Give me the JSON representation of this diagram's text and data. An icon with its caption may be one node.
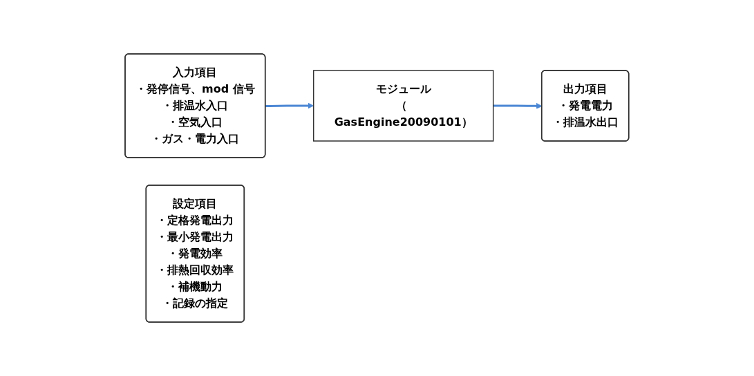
{
  "diagram": {
    "nodes": [
      {
        "text": [
          "入力項目",
          "・発停信号、mod 信号",
          "・排温水入口",
          "・空気入口",
          "・ガス・電力入口"
        ]
      },
      {
        "text": [
          "モジュール",
          "（ GasEngine20090101）"
        ]
      },
      {
        "text": [
          "出力項目",
          "・発電電力",
          "・排温水出口"
        ]
      },
      {
        "text": [
          "設定項目",
          "・定格発電出力",
          "・最小発電出力",
          "・発電効率",
          "・排熱回収効率",
          "・補機動力",
          "・記録の指定"
        ]
      }
    ],
    "edges": [
      {
        "from": 0,
        "to": 1,
        "arrow": "to"
      },
      {
        "from": 1,
        "to": 2,
        "arrow": "to"
      }
    ]
  }
}
